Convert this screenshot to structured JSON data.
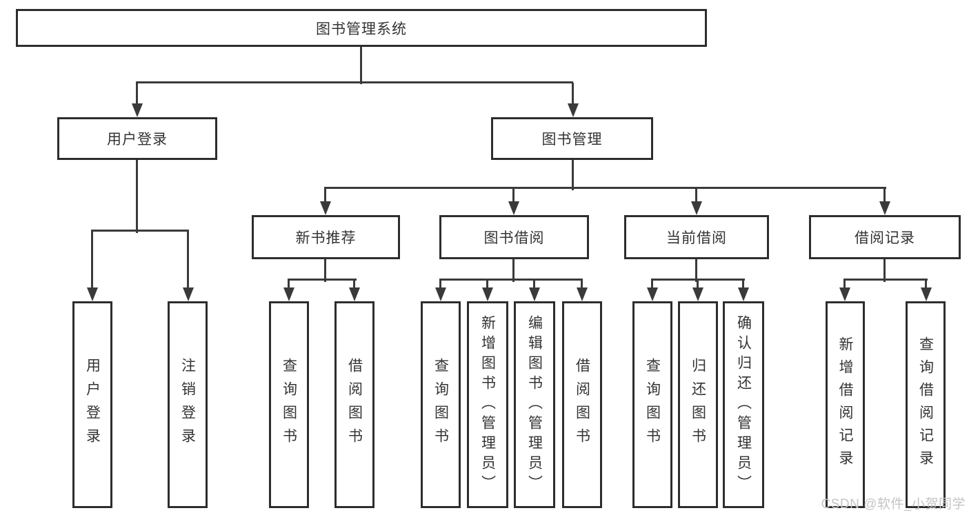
{
  "diagram": {
    "root": {
      "label": "图书管理系统"
    },
    "level2": [
      {
        "label": "用户登录"
      },
      {
        "label": "图书管理"
      }
    ],
    "level3": [
      {
        "label": "新书推荐"
      },
      {
        "label": "图书借阅"
      },
      {
        "label": "当前借阅"
      },
      {
        "label": "借阅记录"
      }
    ],
    "leaves": [
      {
        "label": "用户登录"
      },
      {
        "label": "注销登录"
      },
      {
        "label": "查询图书"
      },
      {
        "label": "借阅图书"
      },
      {
        "label": "查询图书"
      },
      {
        "label": "新增图书（管理员）"
      },
      {
        "label": "编辑图书（管理员）"
      },
      {
        "label": "借阅图书"
      },
      {
        "label": "查询图书"
      },
      {
        "label": "归还图书"
      },
      {
        "label": "确认归还（管理员）"
      },
      {
        "label": "新增借阅记录"
      },
      {
        "label": "查询借阅记录"
      }
    ]
  },
  "watermark": {
    "text": "CSDN @软件_小贺同学"
  },
  "colors": {
    "line": "#3a3a3a",
    "border": "#2d2d2d",
    "text": "#333333",
    "watermark": "#c4c4c4"
  }
}
